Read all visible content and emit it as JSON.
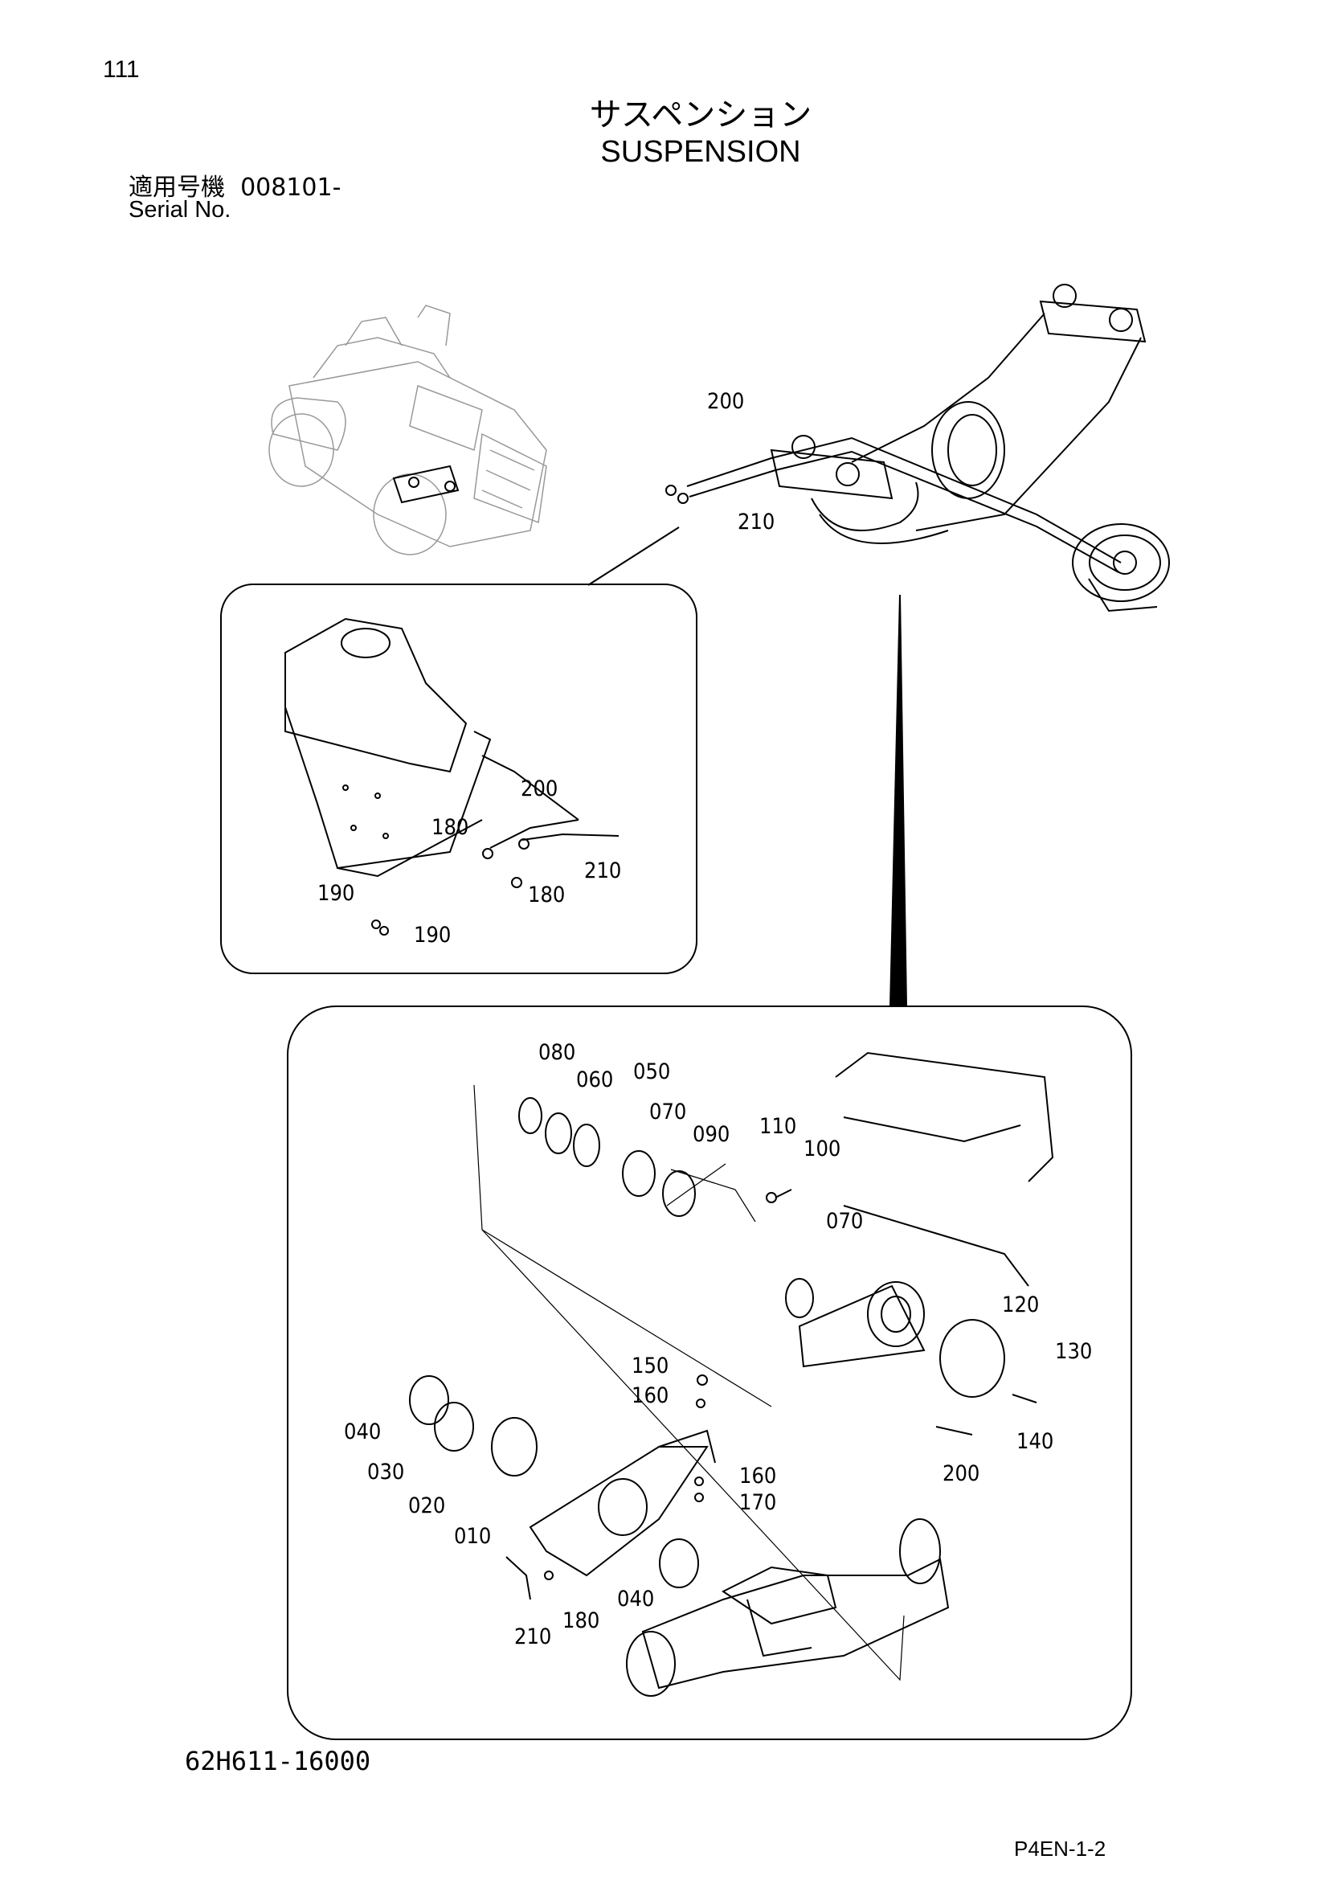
{
  "header": {
    "page_number": "111",
    "title_jp": "サスペンション",
    "title_en": "SUSPENSION",
    "serial_label_jp": "適用号機",
    "serial_value": "008101-",
    "serial_label_en": "Serial No."
  },
  "footer": {
    "drawing_code": "62H611-16000",
    "page_code": "P4EN-1-2"
  },
  "callouts": {
    "overview": [
      "200",
      "210"
    ],
    "detail_a": [
      "200",
      "180",
      "210",
      "180",
      "190",
      "190"
    ],
    "detail_b": [
      "080",
      "060",
      "050",
      "070",
      "090",
      "110",
      "100",
      "070",
      "120",
      "130",
      "140",
      "200",
      "150",
      "160",
      "160",
      "170",
      "040",
      "030",
      "020",
      "010",
      "210",
      "180",
      "040"
    ]
  }
}
